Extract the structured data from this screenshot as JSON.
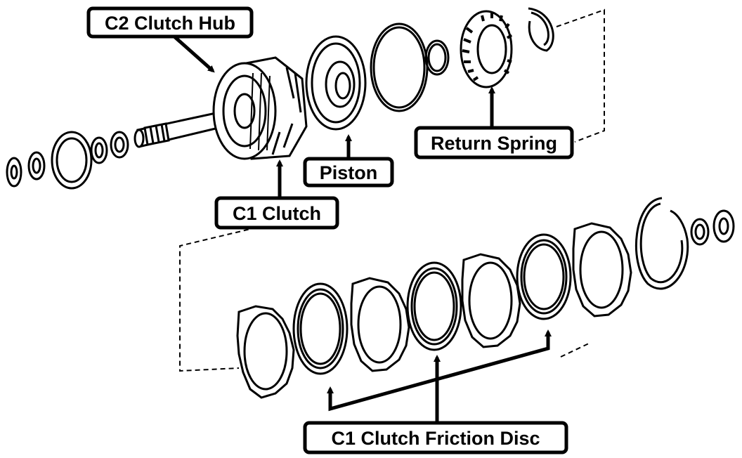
{
  "labels": {
    "c2_clutch_hub": "C2 Clutch Hub",
    "piston": "Piston",
    "return_spring": "Return Spring",
    "c1_clutch": "C1 Clutch",
    "c1_clutch_friction_disc": "C1 Clutch Friction Disc"
  },
  "colors": {
    "ink": "#000000",
    "paper": "#ffffff",
    "label_fill": "#ffffff"
  }
}
